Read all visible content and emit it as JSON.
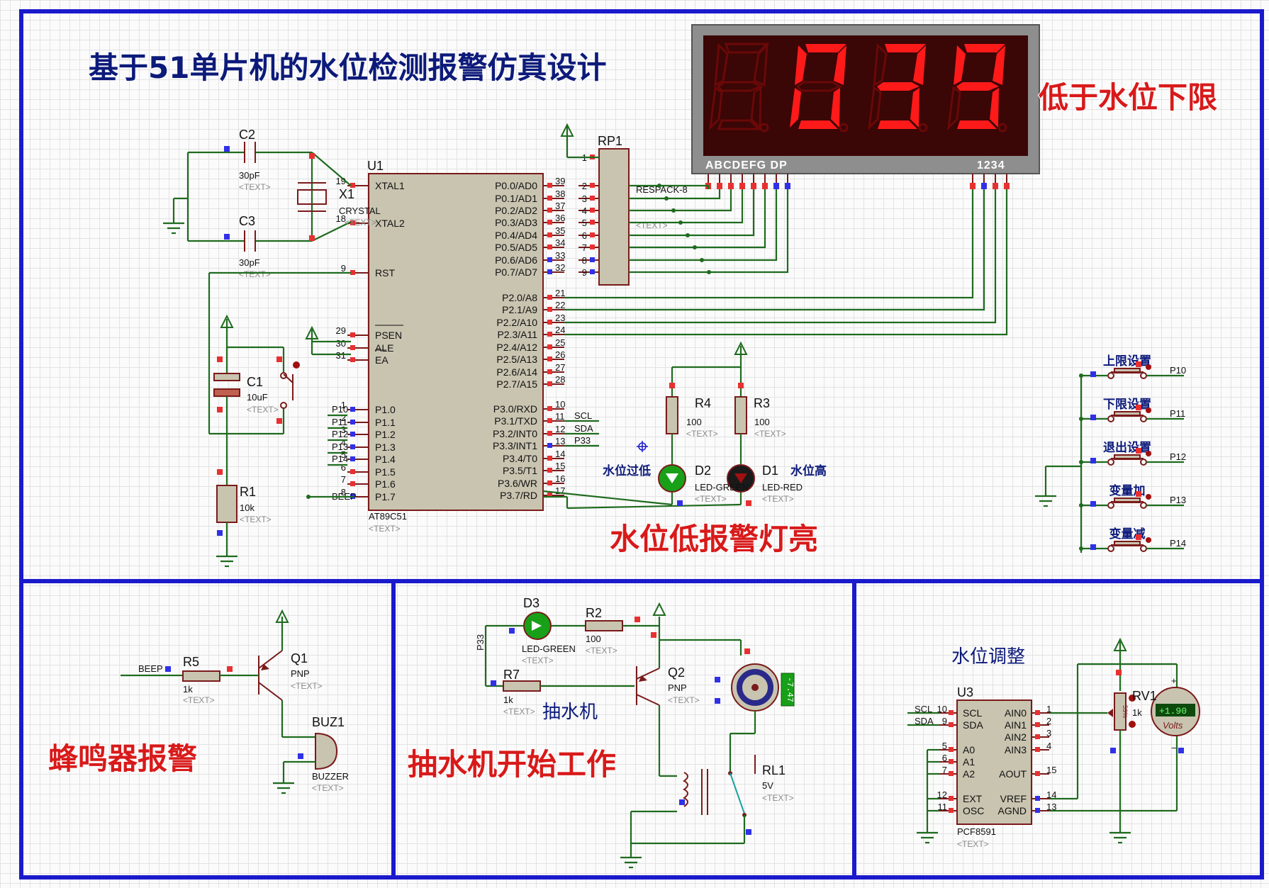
{
  "title": "基于51单片机的水位检测报警仿真设计",
  "display": {
    "digits": [
      "",
      "0",
      "3",
      "9"
    ],
    "segment_label": "ABCDEFG  DP",
    "digit_label": "1234",
    "status": "低于水位下限"
  },
  "mcu": {
    "ref": "U1",
    "part": "AT89C51",
    "text": "<TEXT>",
    "left_pins": [
      {
        "num": "19",
        "name": "XTAL1"
      },
      {
        "num": "18",
        "name": "XTAL2"
      },
      {
        "num": "9",
        "name": "RST"
      },
      {
        "num": "29",
        "name": "PSEN"
      },
      {
        "num": "30",
        "name": "ALE"
      },
      {
        "num": "31",
        "name": "EA"
      },
      {
        "num": "1",
        "name": "P1.0",
        "net": "P10"
      },
      {
        "num": "2",
        "name": "P1.1",
        "net": "P11"
      },
      {
        "num": "3",
        "name": "P1.2",
        "net": "P12"
      },
      {
        "num": "4",
        "name": "P1.3",
        "net": "P13"
      },
      {
        "num": "5",
        "name": "P1.4",
        "net": "P14"
      },
      {
        "num": "6",
        "name": "P1.5"
      },
      {
        "num": "7",
        "name": "P1.6"
      },
      {
        "num": "8",
        "name": "P1.7",
        "net": "BEEP"
      }
    ],
    "right_pins": [
      {
        "num": "39",
        "name": "P0.0/AD0"
      },
      {
        "num": "38",
        "name": "P0.1/AD1"
      },
      {
        "num": "37",
        "name": "P0.2/AD2"
      },
      {
        "num": "36",
        "name": "P0.3/AD3"
      },
      {
        "num": "35",
        "name": "P0.4/AD4"
      },
      {
        "num": "34",
        "name": "P0.5/AD5"
      },
      {
        "num": "33",
        "name": "P0.6/AD6"
      },
      {
        "num": "32",
        "name": "P0.7/AD7"
      },
      {
        "num": "21",
        "name": "P2.0/A8"
      },
      {
        "num": "22",
        "name": "P2.1/A9"
      },
      {
        "num": "23",
        "name": "P2.2/A10"
      },
      {
        "num": "24",
        "name": "P2.3/A11"
      },
      {
        "num": "25",
        "name": "P2.4/A12"
      },
      {
        "num": "26",
        "name": "P2.5/A13"
      },
      {
        "num": "27",
        "name": "P2.6/A14"
      },
      {
        "num": "28",
        "name": "P2.7/A15"
      },
      {
        "num": "10",
        "name": "P3.0/RXD"
      },
      {
        "num": "11",
        "name": "P3.1/TXD",
        "net": "SCL"
      },
      {
        "num": "12",
        "name": "P3.2/INT0",
        "net": "SDA"
      },
      {
        "num": "13",
        "name": "P3.3/INT1",
        "net": "P33"
      },
      {
        "num": "14",
        "name": "P3.4/T0"
      },
      {
        "num": "15",
        "name": "P3.5/T1"
      },
      {
        "num": "16",
        "name": "P3.6/WR"
      },
      {
        "num": "17",
        "name": "P3.7/RD"
      }
    ]
  },
  "components": {
    "c2": {
      "ref": "C2",
      "value": "30pF",
      "text": "<TEXT>"
    },
    "c3": {
      "ref": "C3",
      "value": "30pF",
      "text": "<TEXT>"
    },
    "x1": {
      "ref": "X1",
      "value": "CRYSTAL",
      "text": "<TEXT>"
    },
    "c1": {
      "ref": "C1",
      "value": "10uF",
      "text": "<TEXT>"
    },
    "r1": {
      "ref": "R1",
      "value": "10k",
      "text": "<TEXT>"
    },
    "rp1": {
      "ref": "RP1",
      "part": "RESPACK-8",
      "text": "<TEXT>",
      "pins": [
        "1",
        "2",
        "3",
        "4",
        "5",
        "6",
        "7",
        "8",
        "9"
      ]
    },
    "r4": {
      "ref": "R4",
      "value": "100",
      "text": "<TEXT>"
    },
    "r3": {
      "ref": "R3",
      "value": "100",
      "text": "<TEXT>"
    },
    "d2": {
      "ref": "D2",
      "part": "LED-GREEN",
      "text": "<TEXT>",
      "label": "水位过低"
    },
    "d1": {
      "ref": "D1",
      "part": "LED-RED",
      "text": "<TEXT>",
      "label": "水位高"
    },
    "r5": {
      "ref": "R5",
      "value": "1k",
      "text": "<TEXT>",
      "net": "BEEP"
    },
    "q1": {
      "ref": "Q1",
      "part": "PNP",
      "text": "<TEXT>"
    },
    "buz1": {
      "ref": "BUZ1",
      "part": "BUZZER",
      "text": "<TEXT>"
    },
    "d3": {
      "ref": "D3",
      "part": "LED-GREEN",
      "text": "<TEXT>"
    },
    "r2": {
      "ref": "R2",
      "value": "100",
      "text": "<TEXT>"
    },
    "r7": {
      "ref": "R7",
      "value": "1k",
      "text": "<TEXT>",
      "net": "P33"
    },
    "q2": {
      "ref": "Q2",
      "part": "PNP",
      "text": "<TEXT>"
    },
    "motor": {
      "reading": "-7.47"
    },
    "rl1": {
      "ref": "RL1",
      "value": "5V",
      "text": "<TEXT>"
    },
    "u3": {
      "ref": "U3",
      "part": "PCF8591",
      "text": "<TEXT>",
      "left_pins": [
        {
          "num": "10",
          "name": "SCL",
          "net": "SCL"
        },
        {
          "num": "9",
          "name": "SDA",
          "net": "SDA"
        },
        {
          "num": "5",
          "name": "A0"
        },
        {
          "num": "6",
          "name": "A1"
        },
        {
          "num": "7",
          "name": "A2"
        },
        {
          "num": "12",
          "name": "EXT"
        },
        {
          "num": "11",
          "name": "OSC"
        }
      ],
      "right_pins": [
        {
          "num": "1",
          "name": "AIN0"
        },
        {
          "num": "2",
          "name": "AIN1"
        },
        {
          "num": "3",
          "name": "AIN2"
        },
        {
          "num": "4",
          "name": "AIN3"
        },
        {
          "num": "15",
          "name": "AOUT"
        },
        {
          "num": "14",
          "name": "VREF"
        },
        {
          "num": "13",
          "name": "AGND"
        }
      ]
    },
    "rv1": {
      "ref": "RV1",
      "value": "1k",
      "wiper": "53%"
    },
    "voltmeter": {
      "reading": "+1.90",
      "unit": "Volts"
    }
  },
  "buttons": [
    {
      "label": "上限设置",
      "net": "P10"
    },
    {
      "label": "下限设置",
      "net": "P11"
    },
    {
      "label": "退出设置",
      "net": "P12"
    },
    {
      "label": "变量加",
      "net": "P13"
    },
    {
      "label": "变量减",
      "net": "P14"
    }
  ],
  "annotations": {
    "alarm_light": "水位低报警灯亮",
    "buzzer": "蜂鸣器报警",
    "pump_working": "抽水机开始工作",
    "pump_label": "抽水机",
    "level_adjust": "水位调整"
  }
}
